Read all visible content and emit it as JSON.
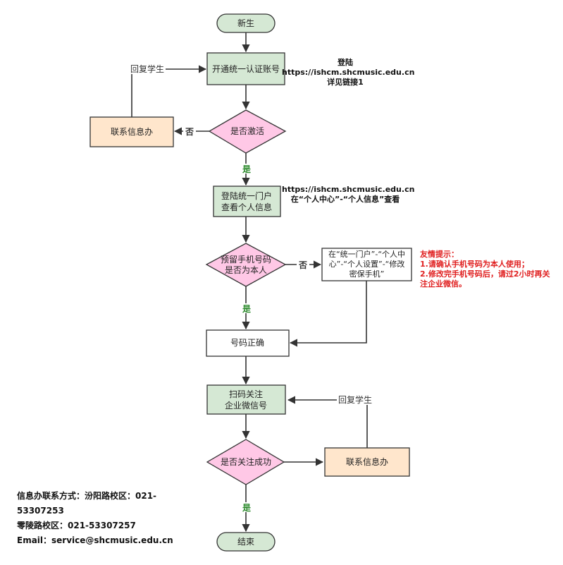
{
  "nodes": {
    "start": "新生",
    "open_account": "开通统一认证账号",
    "contact_office_1": "联系信息办",
    "is_activated": "是否激活",
    "login_portal_line1": "登陆统一门户",
    "login_portal_line2": "查看个人信息",
    "phone_check_line1": "预留手机号码",
    "phone_check_line2": "是否为本人",
    "modify_phone_line1": "在“统一门户”-“个人中",
    "modify_phone_line2": "心”-“个人设置”-“修改",
    "modify_phone_line3": "密保手机”",
    "phone_ok": "号码正确",
    "scan_line1": "扫码关注",
    "scan_line2": "企业微信号",
    "is_followed": "是否关注成功",
    "contact_office_2": "联系信息办",
    "end": "结束"
  },
  "edges": {
    "reply_student_1": "回复学生",
    "no_1": "否",
    "yes_1": "是",
    "no_2": "否",
    "yes_2": "是",
    "reply_student_2": "回复学生",
    "yes_3": "是"
  },
  "notes": {
    "login_line1": "登陆",
    "login_line2": "https://ishcm.shcmusic.edu.cn",
    "login_line3": "详见链接1",
    "portal_line1": "https://ishcm.shcmusic.edu.cn",
    "portal_line2": "在“个人中心”-“个人信息”查看",
    "tip_title": "友情提示：",
    "tip_line1": "1.请确认手机号码为本人使用；",
    "tip_line2": "2.修改完手机号码后，请过2小时再关",
    "tip_line3": "注企业微信。"
  },
  "contact": {
    "line1": "信息办联系方式：汾阳路校区：021-",
    "line2": "53307253",
    "line3": "零陵路校区：021-53307257",
    "line4": "Email：service@shcmusic.edu.cn"
  },
  "colors": {
    "green_fill": "#d5e8d4",
    "green_stroke": "#82b366",
    "orange_fill": "#ffe6cc",
    "orange_stroke": "#d79b00",
    "pink_fill": "#f8cecc",
    "diamond_fill": "#ffc8e6",
    "diamond_stroke": "#b85450",
    "line": "#333333",
    "note_red": "#e02020",
    "label_green": "#2e8b2e"
  }
}
